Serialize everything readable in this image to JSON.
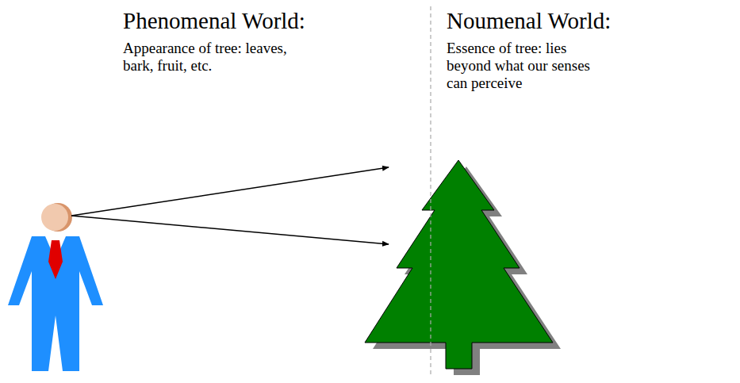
{
  "diagram": {
    "labels": [
      "Phenomenal World:",
      "Appearance of tree: leaves, bark, fruit, etc.",
      "Noumenal World:",
      "Essence of tree: lies beyond what our senses can perceive"
    ]
  }
}
